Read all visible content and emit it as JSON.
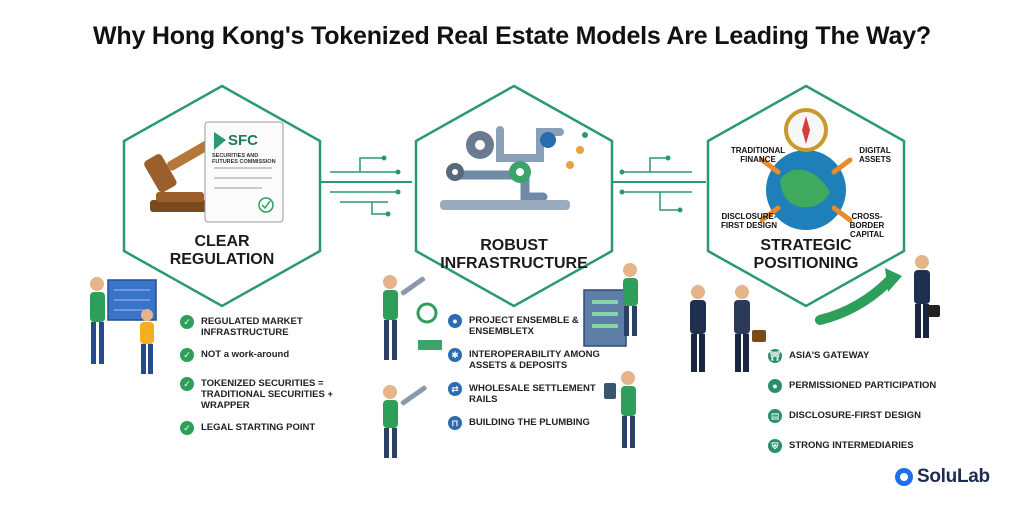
{
  "title": "Why Hong Kong's Tokenized Real Estate Models Are Leading The Way?",
  "sections": [
    {
      "label_line1": "CLEAR",
      "label_line2": "REGULATION",
      "badge": "SFC",
      "badge_sub": "SECURITIES AND FUTURES COMMISSION",
      "items": [
        "REGULATED MARKET INFRASTRUCTURE",
        "NOT a work-around",
        "TOKENIZED SECURITIES = TRADITIONAL SECURITIES + WRAPPER",
        "LEGAL STARTING POINT"
      ]
    },
    {
      "label_line1": "ROBUST",
      "label_line2": "INFRASTRUCTURE",
      "items": [
        "PROJECT ENSEMBLE & ENSEMBLETX",
        "INTEROPERABILITY AMONG ASSETS & DEPOSITS",
        "WHOLESALE SETTLEMENT RAILS",
        "BUILDING THE PLUMBING"
      ]
    },
    {
      "label_line1": "STRATEGIC",
      "label_line2": "POSITIONING",
      "compass_labels": [
        "TRADITIONAL FINANCE",
        "DIGITAL ASSETS",
        "DISCLOSURE-FIRST DESIGN",
        "CROSS-BORDER CAPITAL"
      ],
      "items": [
        "ASIA'S GATEWAY",
        "PERMISSIONED PARTICIPATION",
        "DISCLOSURE-FIRST DESIGN",
        "STRONG INTERMEDIARIES"
      ]
    }
  ],
  "brand": "SoluLab",
  "colors": {
    "accent": "#2e9e5b",
    "hex_border": "#2a9a6e",
    "blue": "#2b6cb0"
  },
  "icons": {
    "s1": [
      "check-circle-icon",
      "check-circle-icon",
      "check-circle-icon",
      "check-circle-icon"
    ],
    "s2": [
      "people-icon",
      "network-icon",
      "arrows-icon",
      "faucet-icon"
    ],
    "s3": [
      "gate-icon",
      "group-icon",
      "document-icon",
      "shield-icon"
    ]
  }
}
